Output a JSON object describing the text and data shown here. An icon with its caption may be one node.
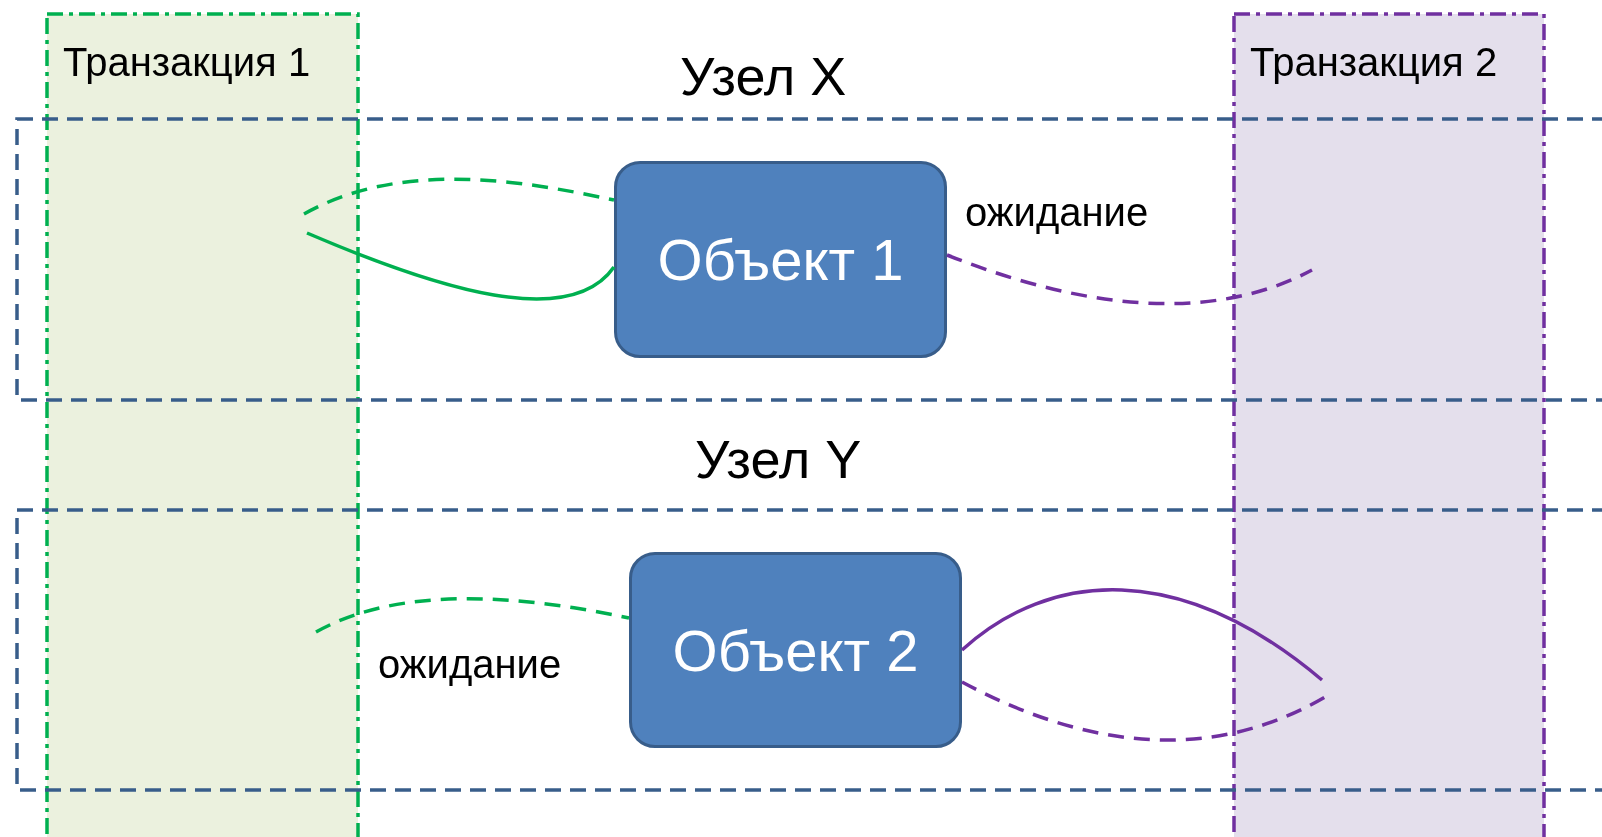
{
  "diagram": {
    "nodes": [
      {
        "text": [
          "Транзакция 1"
        ]
      },
      {
        "text": [
          "Транзакция 2"
        ]
      },
      {
        "text": [
          "Узел X"
        ]
      },
      {
        "text": [
          "Объект 1"
        ],
        "in": 2
      },
      {
        "text": [
          "Узел Y"
        ]
      },
      {
        "text": [
          "Объект 2"
        ],
        "in": 4
      }
    ],
    "edges": [
      {
        "from": 0,
        "to": 3,
        "arrow": "none",
        "color": "#00b050"
      },
      {
        "from": 0,
        "to": 3,
        "arrow": "none",
        "style": "dashed",
        "color": "#00b050"
      },
      {
        "from": 3,
        "to": 1,
        "arrow": "none",
        "style": "dashed",
        "color": "#7030a0",
        "label": "ожидание"
      },
      {
        "from": 0,
        "to": 5,
        "arrow": "none",
        "style": "dashed",
        "color": "#00b050",
        "label": "ожидание"
      },
      {
        "from": 5,
        "to": 1,
        "arrow": "none",
        "color": "#7030a0"
      },
      {
        "from": 5,
        "to": 1,
        "arrow": "none",
        "style": "dashed",
        "color": "#7030a0"
      }
    ]
  }
}
